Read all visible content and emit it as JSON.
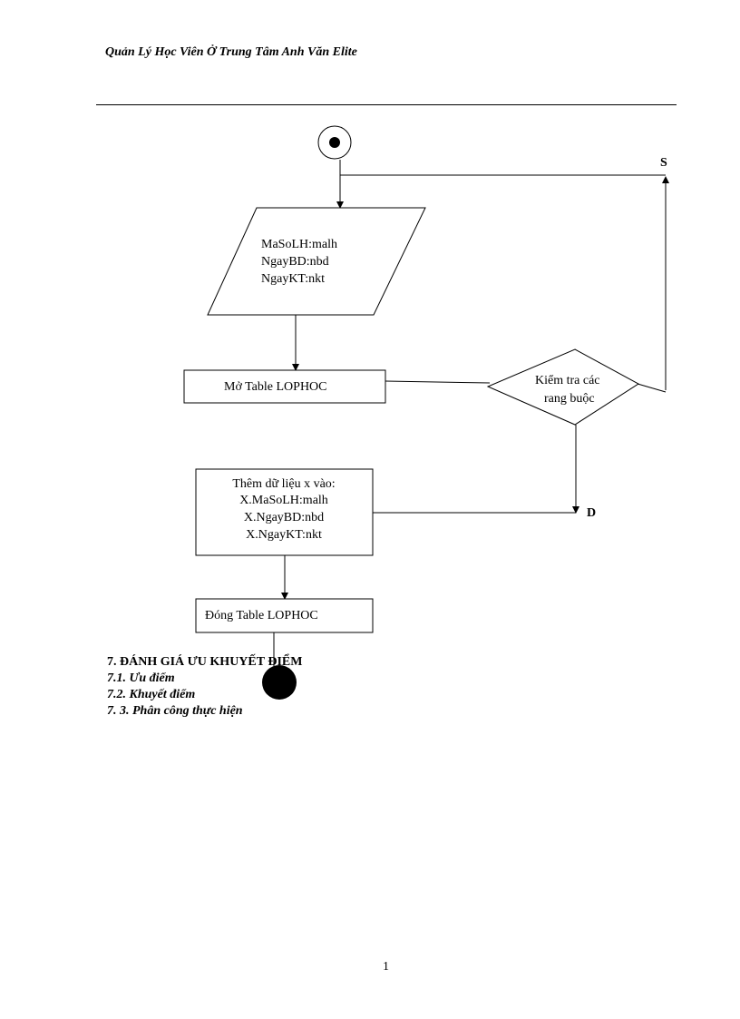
{
  "header": {
    "title": "Quản Lý Học Viên Ở Trung Tâm Anh Văn Elite"
  },
  "flowchart": {
    "input": {
      "lines": [
        "MaSoLH:malh",
        "NgayBD:nbd",
        "NgayKT:nkt"
      ]
    },
    "open_table": "Mở Table LOPHOC",
    "decision": {
      "lines": [
        "Kiểm tra các",
        "rang buộc"
      ]
    },
    "insert": {
      "lines": [
        "Thêm dữ liệu x vào:",
        "X.MaSoLH:malh",
        "X.NgayBD:nbd",
        "X.NgayKT:nkt"
      ]
    },
    "close_table": "Đóng Table LOPHOC",
    "label_false": "S",
    "label_true": "D"
  },
  "sections": {
    "heading": "7. ĐÁNH GIÁ ƯU KHUYẾT ĐIỂM",
    "items": [
      "7.1. Ưu điểm",
      "7.2. Khuyết điểm",
      "7. 3. Phân công thực hiện"
    ]
  },
  "page_number": "1"
}
